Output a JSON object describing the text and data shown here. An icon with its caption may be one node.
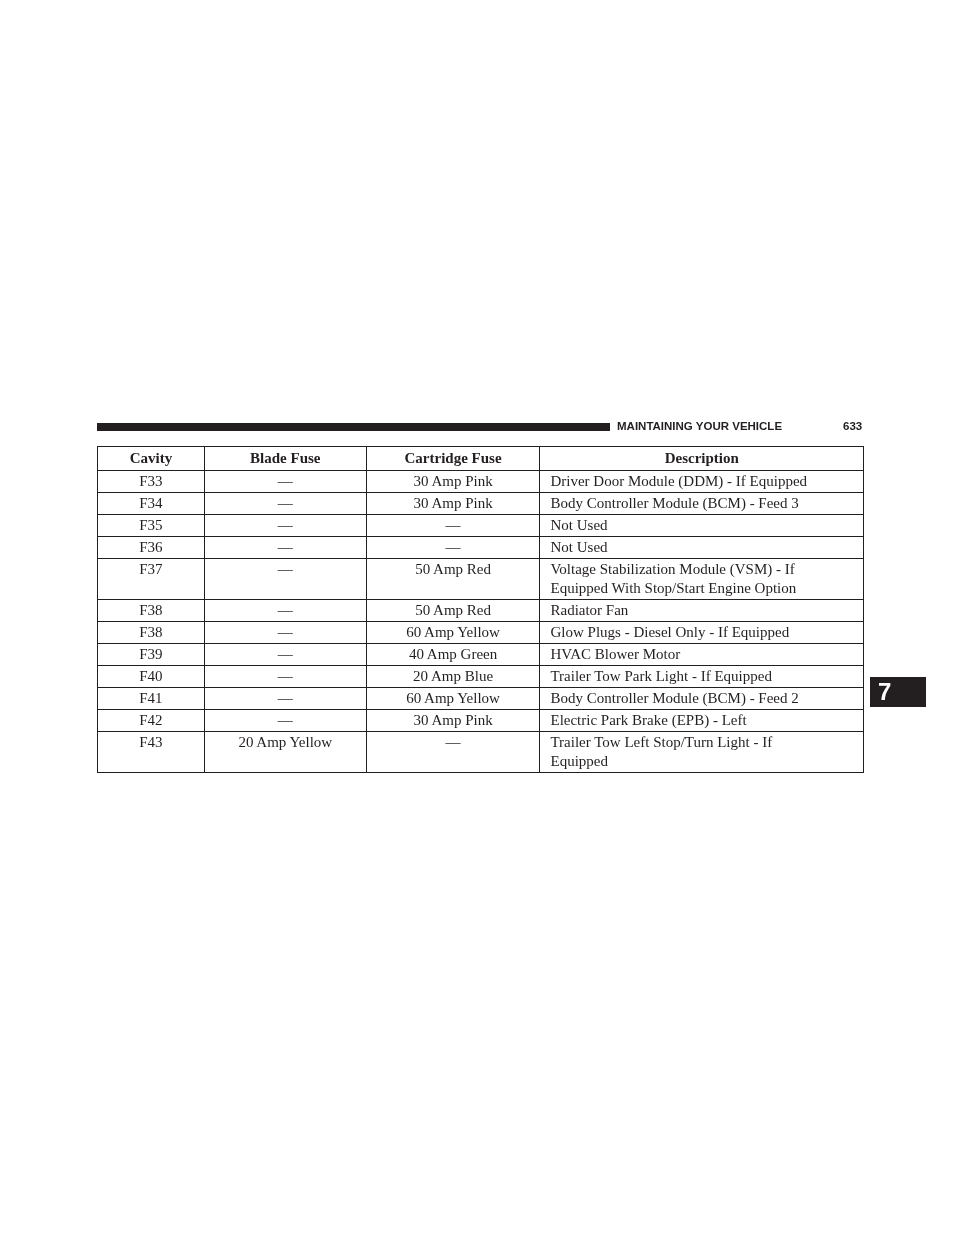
{
  "diagram": {
    "labels": [
      "MAINTAINING YOUR VEHICLE",
      "633",
      "Cavity",
      "Blade Fuse",
      "Cartridge Fuse",
      "Description",
      "F33",
      "—",
      "30 Amp Pink",
      "Driver Door Module (DDM) - If Equipped",
      "F34",
      "—",
      "30 Amp Pink",
      "Body Controller Module (BCM) - Feed 3",
      "F35",
      "—",
      "—",
      "Not Used",
      "F36",
      "—",
      "—",
      "Not Used",
      "F37",
      "—",
      "50 Amp Red",
      "Voltage Stabilization Module (VSM) - If Equipped With Stop/Start Engine Option",
      "F38",
      "—",
      "50 Amp Red",
      "Radiator Fan",
      "F38",
      "—",
      "60 Amp Yellow",
      "Glow Plugs - Diesel Only - If Equipped",
      "F39",
      "—",
      "40 Amp Green",
      "HVAC Blower Motor",
      "F40",
      "—",
      "20 Amp Blue",
      "Trailer Tow Park Light - If Equipped",
      "F41",
      "—",
      "60 Amp Yellow",
      "Body Controller Module (BCM) - Feed 2",
      "F42",
      "—",
      "30 Amp Pink",
      "Electric Park Brake (EPB) - Left",
      "F43",
      "20 Amp Yellow",
      "—",
      "Trailer Tow Left Stop/Turn Light - If Equipped",
      "7"
    ]
  }
}
